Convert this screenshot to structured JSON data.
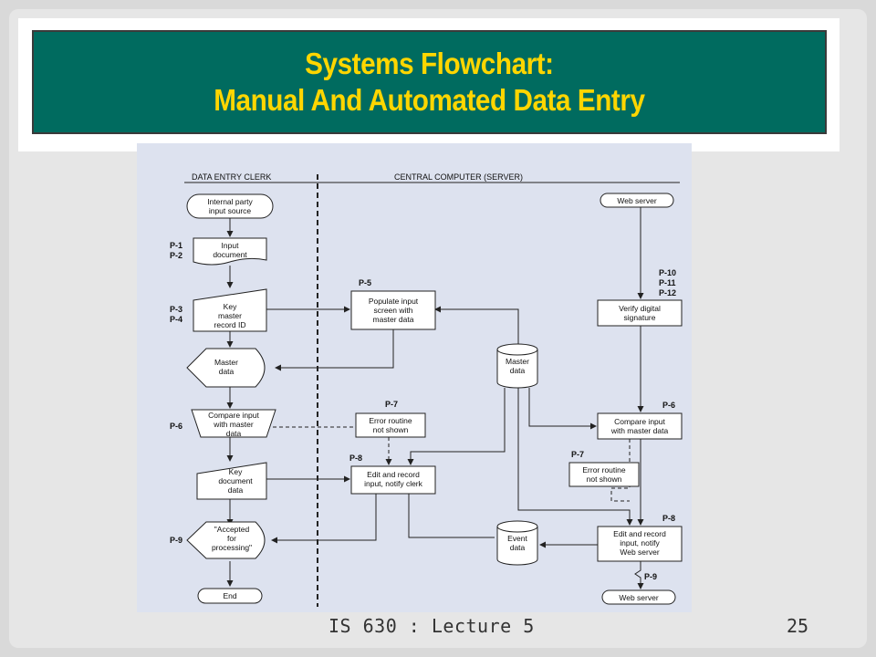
{
  "title": {
    "line1": "Systems Flowchart:",
    "line2": "Manual And Automated Data Entry"
  },
  "diagram": {
    "lanes": {
      "left": "DATA ENTRY CLERK",
      "right": "CENTRAL COMPUTER (SERVER)"
    },
    "nodes": {
      "internal_party": [
        "Internal party",
        "input source"
      ],
      "input_document": [
        "Input",
        "document"
      ],
      "key_master": [
        "Key",
        "master",
        "record ID"
      ],
      "master_data_display": [
        "Master",
        "data"
      ],
      "compare_left": [
        "Compare input",
        "with master",
        "data"
      ],
      "key_document": [
        "Key",
        "document",
        "data"
      ],
      "accepted": [
        "\"Accepted",
        "for",
        "processing\""
      ],
      "end": [
        "End"
      ],
      "populate": [
        "Populate input",
        "screen with",
        "master data"
      ],
      "error_left": [
        "Error routine",
        "not shown"
      ],
      "edit_left": [
        "Edit and record",
        "input, notify clerk"
      ],
      "master_db": [
        "Master",
        "data"
      ],
      "event_db": [
        "Event",
        "data"
      ],
      "web_server_top": [
        "Web server"
      ],
      "verify": [
        "Verify digital",
        "signature"
      ],
      "compare_right": [
        "Compare input",
        "with master data"
      ],
      "error_right": [
        "Error routine",
        "not shown"
      ],
      "edit_right": [
        "Edit and record",
        "input, notify",
        "Web server"
      ],
      "web_server_bottom": [
        "Web server"
      ]
    },
    "process_labels": {
      "p1": "P-1",
      "p2": "P-2",
      "p3": "P-3",
      "p4": "P-4",
      "p5": "P-5",
      "p6_left": "P-6",
      "p7_left": "P-7",
      "p8_left": "P-8",
      "p9_left": "P-9",
      "p10": "P-10",
      "p11": "P-11",
      "p12": "P-12",
      "p6_right": "P-6",
      "p7_right": "P-7",
      "p8_right": "P-8",
      "p9_right": "P-9"
    }
  },
  "footer": {
    "course": "IS 630 : Lecture 5",
    "page": "25"
  },
  "colors": {
    "title_bg": "#006b5f",
    "title_text": "#ffd600",
    "diagram_bg": "#dde2ef"
  }
}
